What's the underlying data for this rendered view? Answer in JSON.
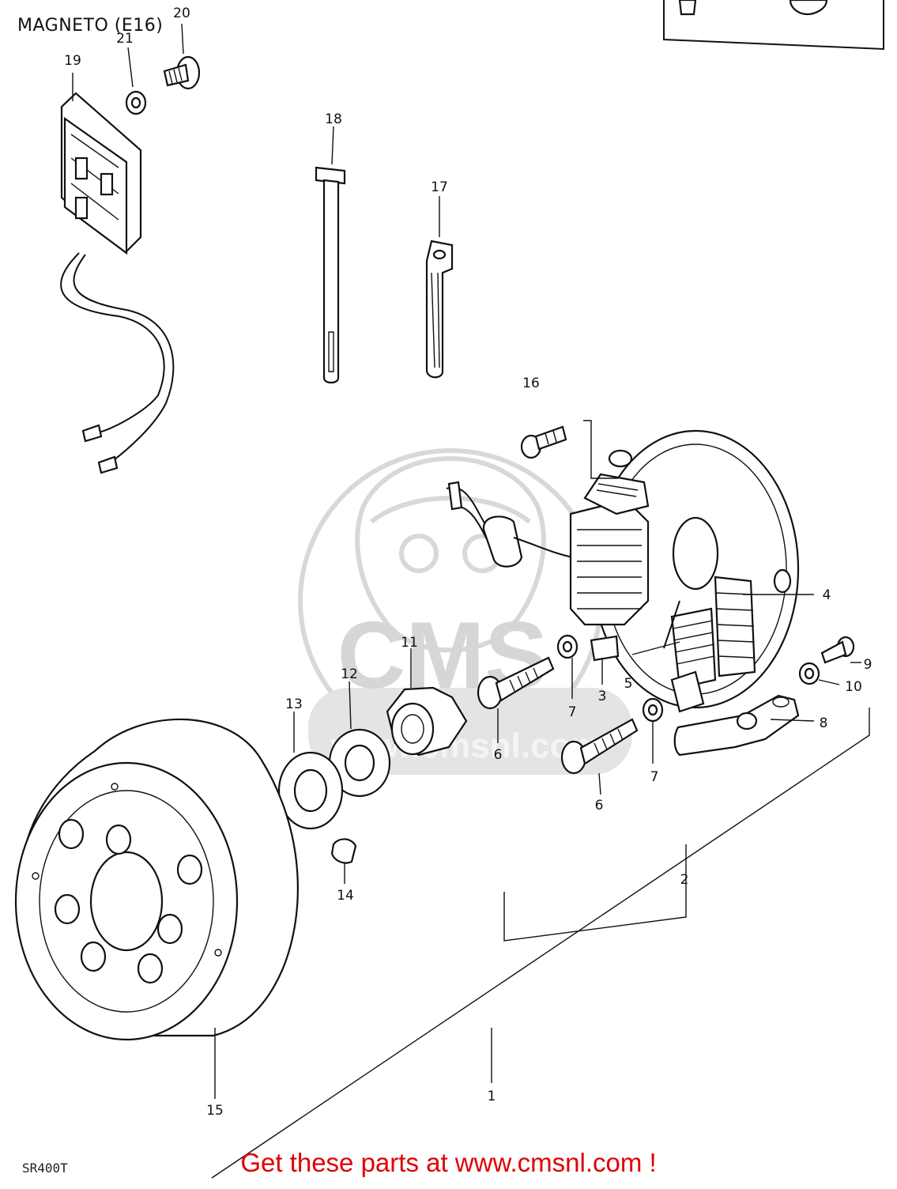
{
  "title": "MAGNETO (E16)",
  "model_code": "SR400T",
  "footer": "Get these parts at www.cmsnl.com !",
  "watermark": {
    "logo_text": "CMS",
    "url_text": "www.cmsnl.com"
  },
  "callouts": [
    {
      "id": "1",
      "label": "1"
    },
    {
      "id": "2",
      "label": "2"
    },
    {
      "id": "3",
      "label": "3"
    },
    {
      "id": "4",
      "label": "4"
    },
    {
      "id": "5",
      "label": "5"
    },
    {
      "id": "6a",
      "label": "6"
    },
    {
      "id": "6b",
      "label": "6"
    },
    {
      "id": "7a",
      "label": "7"
    },
    {
      "id": "7b",
      "label": "7"
    },
    {
      "id": "8",
      "label": "8"
    },
    {
      "id": "9",
      "label": "9"
    },
    {
      "id": "10",
      "label": "10"
    },
    {
      "id": "11",
      "label": "11"
    },
    {
      "id": "12",
      "label": "12"
    },
    {
      "id": "13",
      "label": "13"
    },
    {
      "id": "14",
      "label": "14"
    },
    {
      "id": "15",
      "label": "15"
    },
    {
      "id": "16",
      "label": "16"
    },
    {
      "id": "17",
      "label": "17"
    },
    {
      "id": "18",
      "label": "18"
    },
    {
      "id": "19",
      "label": "19"
    },
    {
      "id": "20",
      "label": "20"
    },
    {
      "id": "21",
      "label": "21"
    }
  ]
}
